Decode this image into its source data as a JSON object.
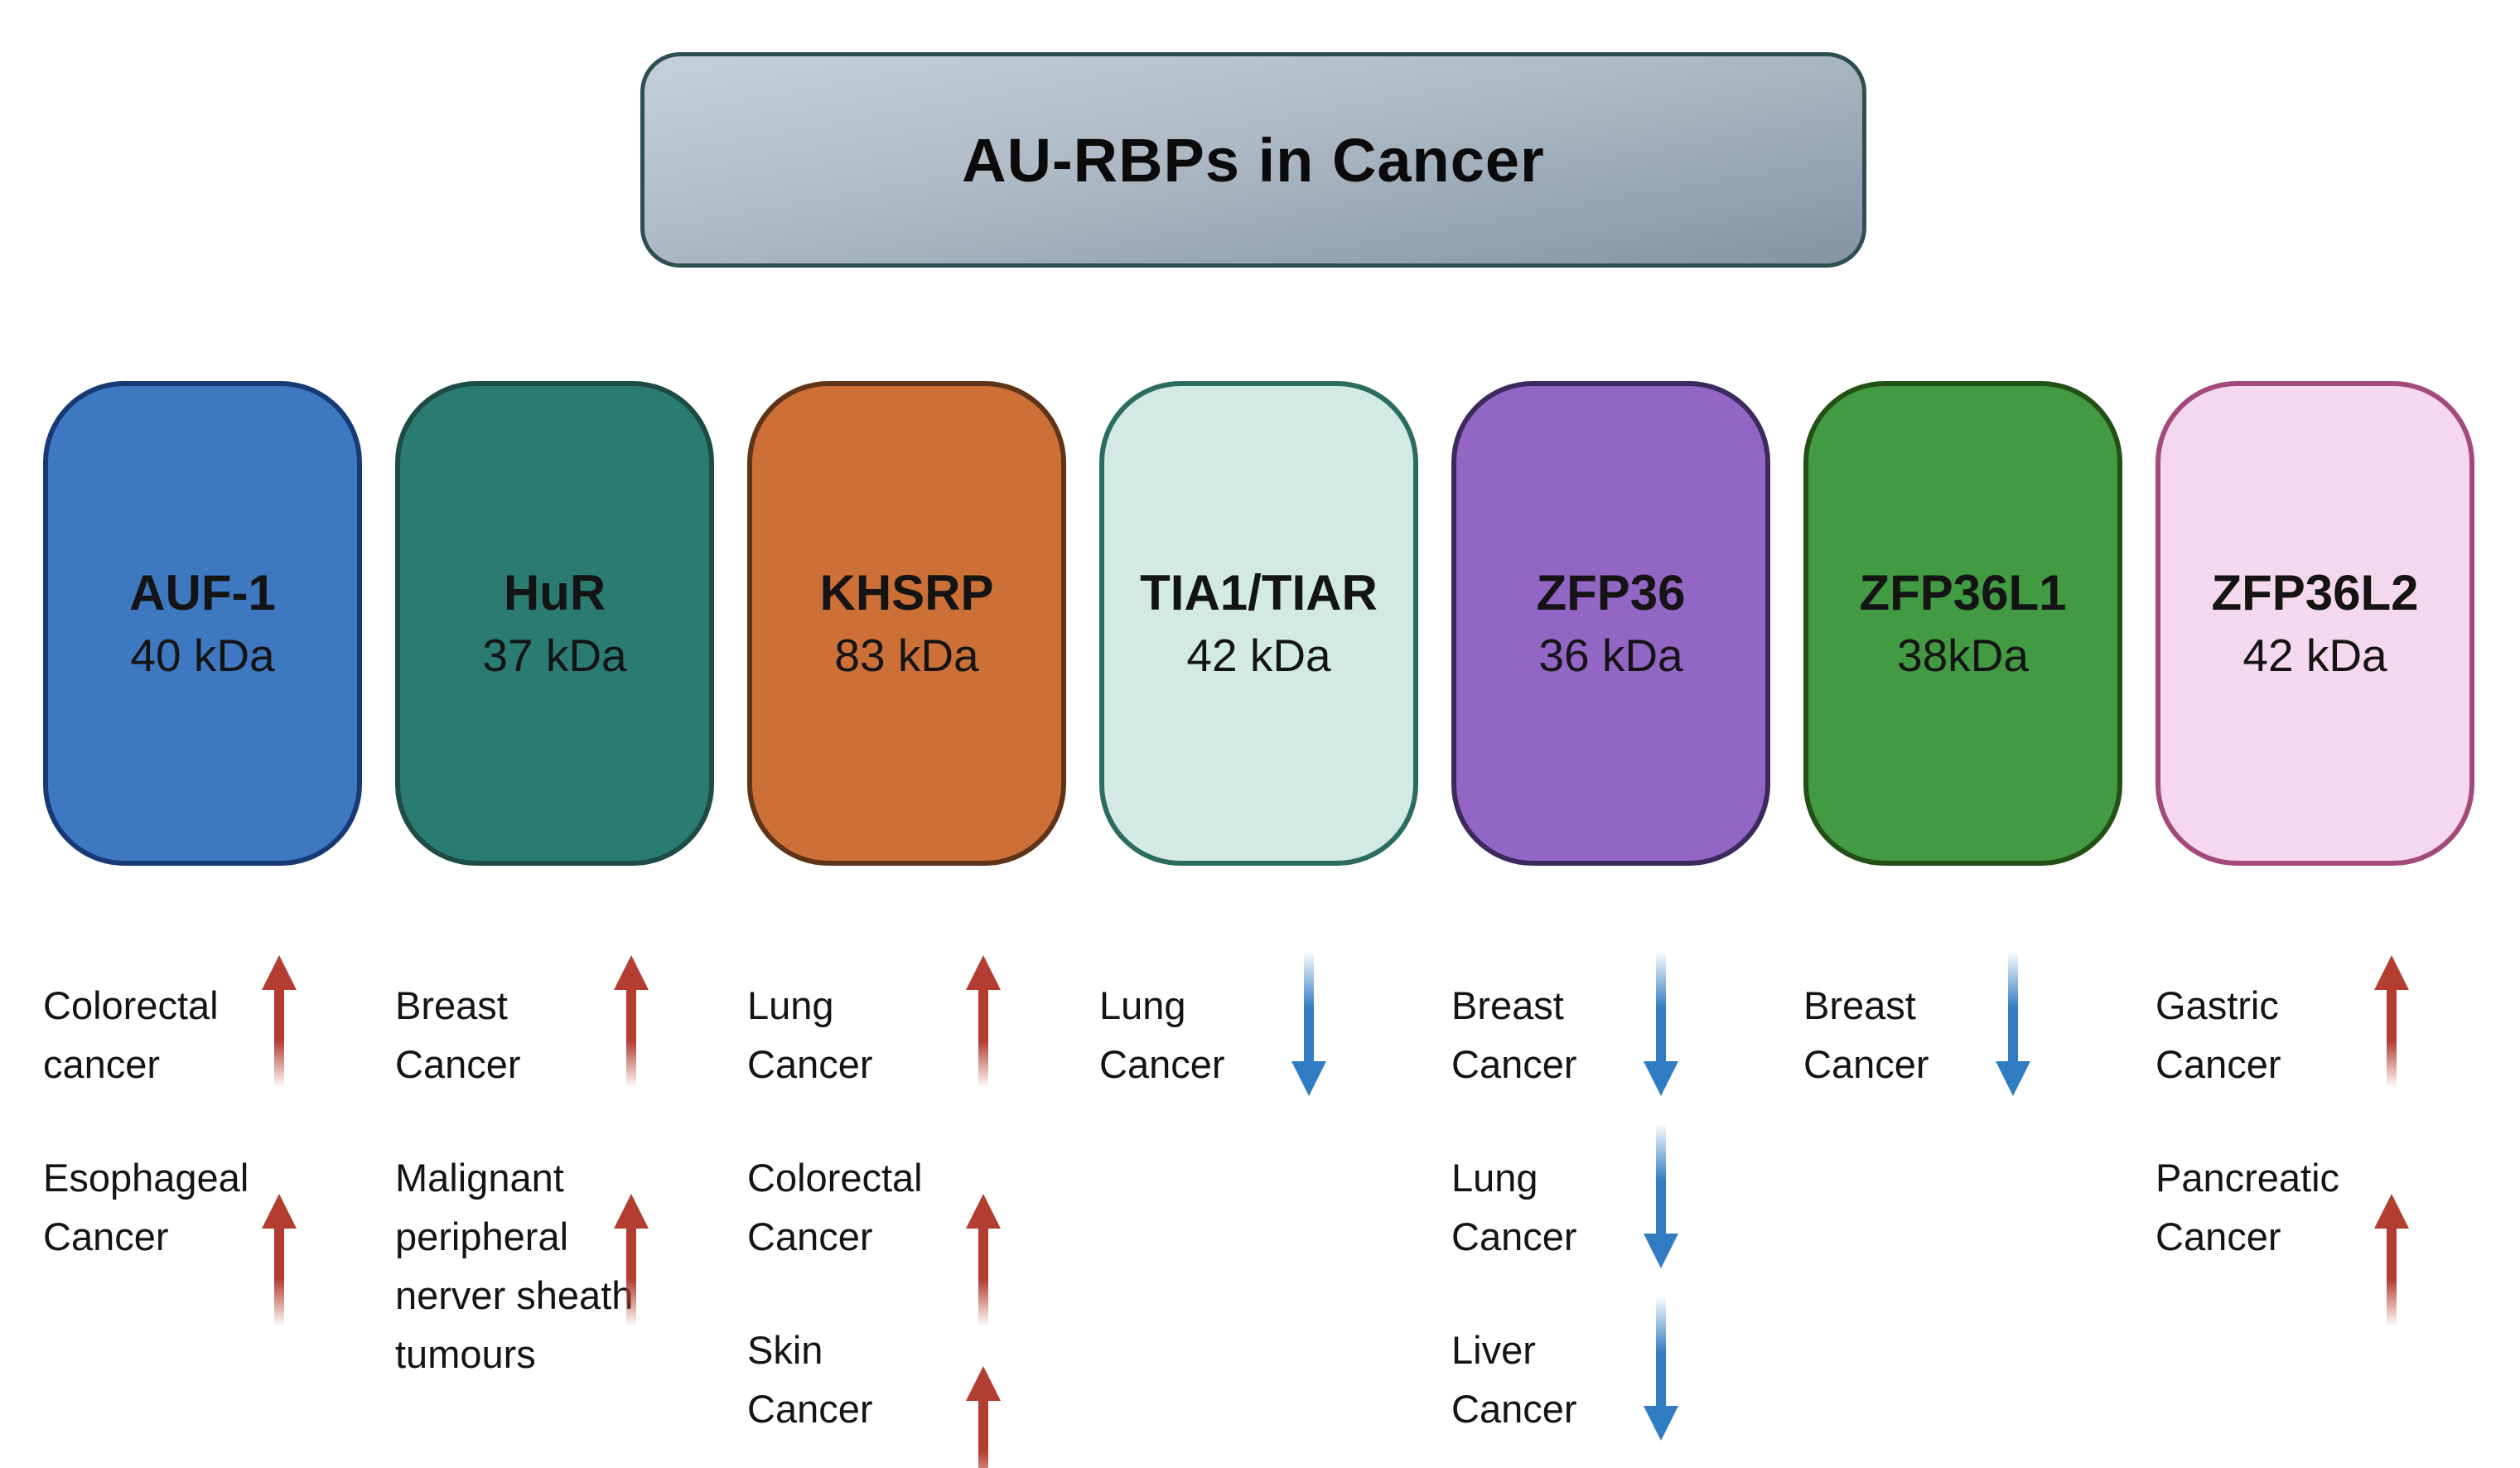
{
  "title": "AU-RBPs in Cancer",
  "colors": {
    "up_arrow": "#b43d31",
    "down_arrow": "#2f7cc3",
    "title_border": "#2f4e53",
    "title_gradient_top": "#c6d0d9",
    "title_gradient_bottom": "#8494a4",
    "text": "#141414"
  },
  "proteins": [
    {
      "name": "AUF-1",
      "mass": "40 kDa",
      "fill": "#3e78c0",
      "border": "#173a75",
      "cancers": [
        {
          "label": "Colorectal\ncancer",
          "direction": "up"
        },
        {
          "label": "Esophageal\nCancer",
          "direction": "up"
        }
      ]
    },
    {
      "name": "HuR",
      "mass": "37 kDa",
      "fill": "#2a7c72",
      "border": "#1d4b45",
      "cancers": [
        {
          "label": "Breast\nCancer",
          "direction": "up"
        },
        {
          "label": "Malignant\nperipheral\nnerver sheath\ntumours",
          "direction": "up"
        }
      ]
    },
    {
      "name": "KHSRP",
      "mass": "83 kDa",
      "fill": "#cd7038",
      "border": "#5f3418",
      "cancers": [
        {
          "label": "Lung\nCancer",
          "direction": "up"
        },
        {
          "label": "Colorectal\nCancer",
          "direction": "up"
        },
        {
          "label": "Skin\nCancer",
          "direction": "up"
        }
      ]
    },
    {
      "name": "TIA1/TIAR",
      "mass": "42 kDa",
      "fill": "#d3eae4",
      "border": "#2b6c60",
      "cancers": [
        {
          "label": "Lung\nCancer",
          "direction": "down"
        }
      ]
    },
    {
      "name": "ZFP36",
      "mass": "36 kDa",
      "fill": "#9365c5",
      "border": "#3c2a5e",
      "cancers": [
        {
          "label": "Breast\nCancer",
          "direction": "down"
        },
        {
          "label": "Lung\nCancer",
          "direction": "down"
        },
        {
          "label": "Liver\nCancer",
          "direction": "down"
        }
      ]
    },
    {
      "name": "ZFP36L1",
      "mass": "38kDa",
      "fill": "#429b43",
      "border": "#235016",
      "cancers": [
        {
          "label": "Breast\nCancer",
          "direction": "down"
        }
      ]
    },
    {
      "name": "ZFP36L2",
      "mass": "42 kDa",
      "fill": "#f5d8ee",
      "border": "#a34a7d",
      "cancers": [
        {
          "label": "Gastric\nCancer",
          "direction": "up"
        },
        {
          "label": "Pancreatic\nCancer",
          "direction": "up"
        }
      ]
    }
  ]
}
